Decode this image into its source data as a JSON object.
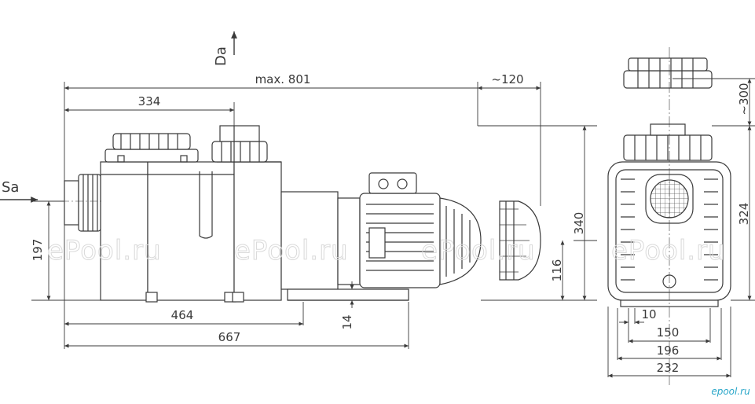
{
  "labels": {
    "discharge": "Da",
    "suction": "Sa"
  },
  "dimensions": {
    "total_length": "max. 801",
    "fan_clearance": "~120",
    "strainer_length": "334",
    "suction_height": "197",
    "base_length": "464",
    "overall_base": "667",
    "foot_height": "14",
    "motor_axis_height": "116",
    "total_height": "340",
    "lid_clearance": "~300",
    "body_height": "324",
    "foot_width_small": "10",
    "foot_width_inner": "150",
    "foot_width_mid": "196",
    "foot_width_total": "232"
  },
  "watermark": "ePool.ru",
  "brand": "epool.ru",
  "colors": {
    "line": "#3a3a3a",
    "watermark": "#d9d9d9",
    "brand": "#2aa7c9"
  }
}
